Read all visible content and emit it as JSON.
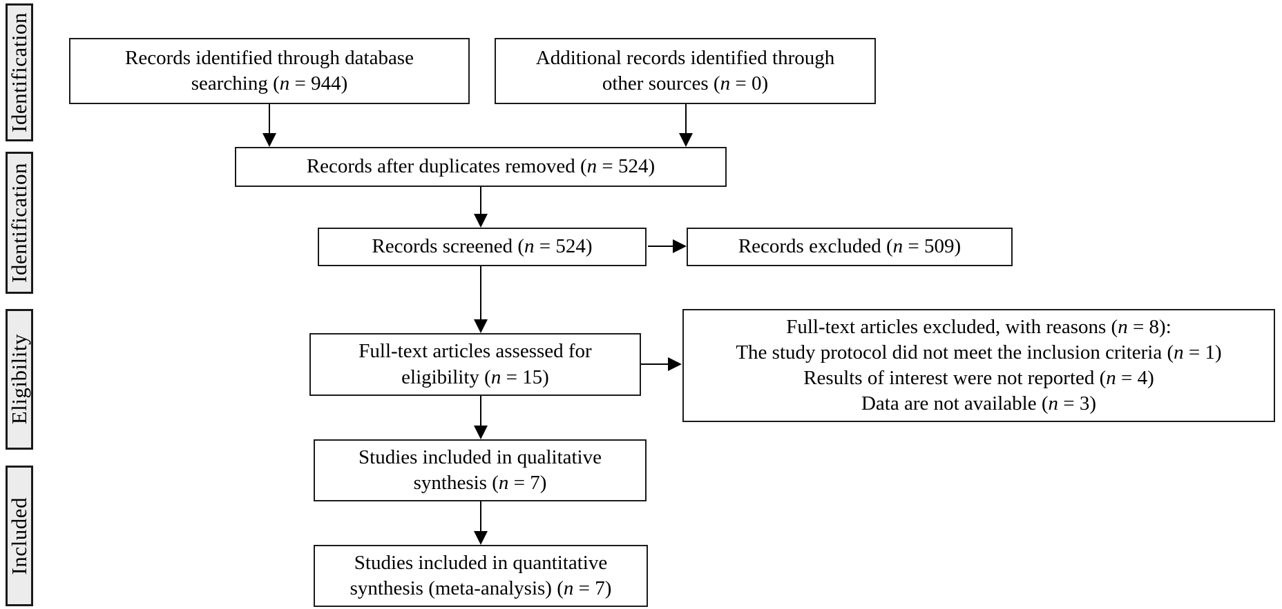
{
  "sidebar": {
    "labels": [
      "Identification",
      "Identification",
      "Eligibility",
      "Included"
    ]
  },
  "boxes": {
    "identified": {
      "lines": [
        "Records identified through database",
        "searching (n = 944)"
      ]
    },
    "additional": {
      "lines": [
        "Additional records identified through",
        "other sources (n = 0)"
      ]
    },
    "dedup": {
      "lines": [
        "Records after duplicates removed (n = 524)"
      ]
    },
    "screened": {
      "lines": [
        "Records screened (n = 524)"
      ]
    },
    "excluded": {
      "lines": [
        "Records excluded (n = 509)"
      ]
    },
    "fulltext": {
      "lines": [
        "Full-text articles assessed for",
        "eligibility (n = 15)"
      ]
    },
    "fulltext_excluded": {
      "lines": [
        "Full-text articles excluded, with reasons (n = 8):",
        "The study protocol did not meet the inclusion criteria (n = 1)",
        "Results of interest were not reported (n = 4)",
        "Data are not available (n = 3)"
      ]
    },
    "qualitative": {
      "lines": [
        "Studies included in qualitative",
        "synthesis (n = 7)"
      ]
    },
    "quantitative": {
      "lines": [
        "Studies included in quantitative",
        "synthesis (meta-analysis) (n = 7)"
      ]
    }
  },
  "colors": {
    "box_border": "#1a1a1a",
    "box_fill": "#ffffff",
    "sidebar_fill": "#ececec",
    "text": "#000000"
  }
}
